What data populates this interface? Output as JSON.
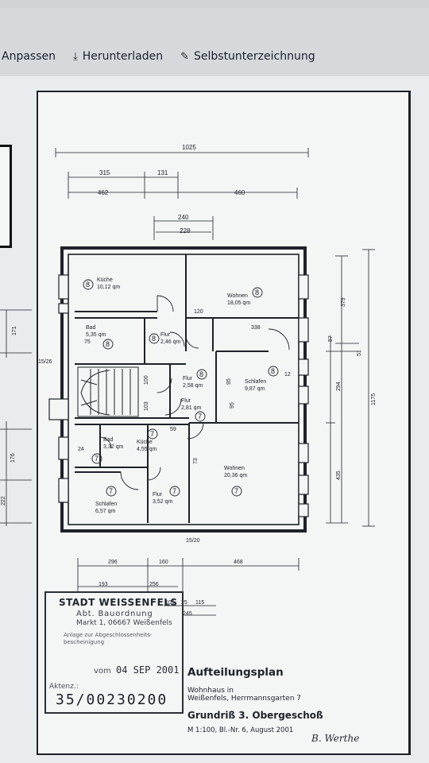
{
  "toolbar": {
    "items": [
      {
        "label": "Anpassen",
        "icon": "customize-icon"
      },
      {
        "label": "Herunterladen",
        "icon": "download-icon"
      },
      {
        "label": "Selbstunterzeichnung",
        "icon": "sign-icon"
      }
    ]
  },
  "plan": {
    "rooms": [
      {
        "name": "Küche",
        "area": "10,12 qm",
        "unit": "8"
      },
      {
        "name": "Wohnen",
        "area": "18,05 qm",
        "unit": "8"
      },
      {
        "name": "Bad",
        "area": "5,35 qm",
        "unit": "8"
      },
      {
        "name": "Flur",
        "area": "2,46 qm",
        "unit": "8"
      },
      {
        "name": "Flur",
        "area": "2,58 qm",
        "unit": "8"
      },
      {
        "name": "Schlafen",
        "area": "9,87 qm",
        "unit": "8"
      },
      {
        "name": "Flur",
        "area": "2,81 qm",
        "unit": "7"
      },
      {
        "name": "Bad",
        "area": "3,32 qm",
        "unit": "7"
      },
      {
        "name": "Küche",
        "area": "4,55 qm",
        "unit": "7"
      },
      {
        "name": "Wohnen",
        "area": "20,36 qm",
        "unit": "7"
      },
      {
        "name": "Schlafen",
        "area": "6,57 qm",
        "unit": "7"
      },
      {
        "name": "Flur",
        "area": "3,52 qm",
        "unit": "7"
      }
    ],
    "dims": {
      "d1025": "1025",
      "d315": "315",
      "d131": "131",
      "d462": "462",
      "d460": "460",
      "d240": "240",
      "d228": "228",
      "d120": "120",
      "d338": "338",
      "d75": "75",
      "d1526": "15/26",
      "d100": "100",
      "d103": "103",
      "d59": "59",
      "d24": "24",
      "d73": "73",
      "d95a": "95",
      "d95b": "95",
      "d12": "12",
      "d1520": "15/20",
      "d296": "296",
      "d160": "160",
      "d468": "468",
      "d193": "193",
      "d256": "256",
      "d105": "105",
      "d25": "25",
      "d115": "115",
      "d245": "245",
      "d379": "379",
      "d57": "57",
      "d51": "51",
      "d294": "294",
      "d435": "435",
      "d1175": "1175",
      "d171": "171",
      "d176": "176",
      "d222": "222"
    }
  },
  "stamp": {
    "line1": "STADT WEISSENFELS",
    "line2": "Abt. Bauordnung",
    "line3": "Markt 1, 06667 Weißenfels",
    "line4": "Anlage zur Abgeschlossenheits-bescheinigung",
    "vom": "vom",
    "date": "04 SEP 2001",
    "akte_label": "Aktenz.:",
    "akte_number": "35/00230200"
  },
  "titleblock": {
    "title": "Aufteilungsplan",
    "line1": "Wohnhaus in",
    "line2": "Weißenfels, Herrmannsgarten 7",
    "line3": "Grundriß 3. Obergeschoß",
    "line4": "M 1:100, Bl.-Nr. 6, August 2001"
  },
  "signature": "B. Werthe"
}
